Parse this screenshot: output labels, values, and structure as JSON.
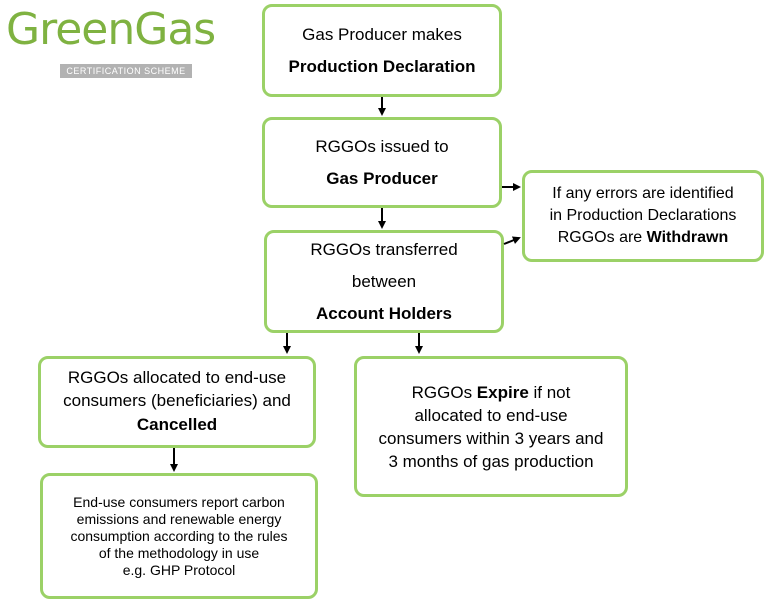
{
  "logo": {
    "word_green": "Green",
    "word_gas": "Gas",
    "subtitle": "CERTIFICATION SCHEME"
  },
  "boxes": {
    "production": {
      "line1": "Gas Producer makes",
      "line2": "Production Declaration"
    },
    "issued": {
      "line1": "RGGOs issued to",
      "line2": "Gas Producer"
    },
    "errors": {
      "line1": "If any errors are identified",
      "line2": "in Production Declarations",
      "line3a": "RGGOs are ",
      "line3b": "Withdrawn"
    },
    "transferred": {
      "line1": "RGGOs transferred",
      "line2": "between",
      "line3": "Account Holders"
    },
    "cancelled": {
      "line1": "RGGOs allocated to end-use",
      "line2": "consumers (beneficiaries) and",
      "line3": "Cancelled"
    },
    "expire": {
      "line1a": "RGGOs ",
      "line1b": "Expire",
      "line1c": " if not",
      "line2": "allocated to end-use",
      "line3": "consumers within 3 years and",
      "line4": "3 months of gas production"
    },
    "report": {
      "line1": "End-use consumers report carbon",
      "line2": "emissions and renewable energy",
      "line3": "consumption according to the rules",
      "line4": "of the methodology in use",
      "line5": "e.g. GHP Protocol"
    }
  },
  "colors": {
    "border": "#9bd167",
    "logo_green": "#7fb241",
    "logo_grey": "#b2b2b2"
  }
}
